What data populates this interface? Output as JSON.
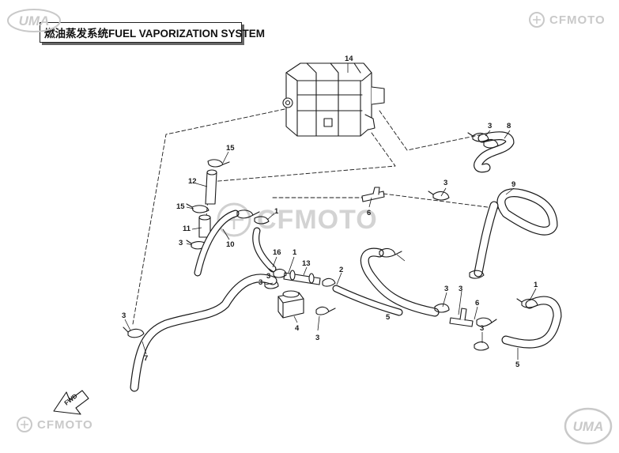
{
  "header": {
    "title": "燃油蒸发系统FUEL VAPORIZATION SYSTEM"
  },
  "watermarks": {
    "uma_top_left": "UMA",
    "uma_bottom_right": "UMA",
    "cfmoto_top_right": "CFMOTO",
    "cfmoto_center": "CFMOTO",
    "cfmoto_bottom_left": "CFMOTO"
  },
  "fwd_label": "FWD",
  "callouts": [
    {
      "id": "c14",
      "label": "14"
    },
    {
      "id": "c15a",
      "label": "15"
    },
    {
      "id": "c12",
      "label": "12"
    },
    {
      "id": "c15b",
      "label": "15"
    },
    {
      "id": "c11",
      "label": "11"
    },
    {
      "id": "c3a",
      "label": "3"
    },
    {
      "id": "c10",
      "label": "10"
    },
    {
      "id": "c1a",
      "label": "1"
    },
    {
      "id": "c6a",
      "label": "6"
    },
    {
      "id": "c3b",
      "label": "3"
    },
    {
      "id": "c3c",
      "label": "3"
    },
    {
      "id": "c8",
      "label": "8"
    },
    {
      "id": "c9",
      "label": "9"
    },
    {
      "id": "c16",
      "label": "16"
    },
    {
      "id": "c1b",
      "label": "1"
    },
    {
      "id": "c13",
      "label": "13"
    },
    {
      "id": "c2",
      "label": "2"
    },
    {
      "id": "c3d",
      "label": "3"
    },
    {
      "id": "c3e",
      "label": "3"
    },
    {
      "id": "c4",
      "label": "4"
    },
    {
      "id": "c3f",
      "label": "3"
    },
    {
      "id": "c5a",
      "label": "5"
    },
    {
      "id": "c3g",
      "label": "3"
    },
    {
      "id": "c6b",
      "label": "6"
    },
    {
      "id": "c3h",
      "label": "3"
    },
    {
      "id": "c1c",
      "label": "1"
    },
    {
      "id": "c5b",
      "label": "5"
    },
    {
      "id": "c3i",
      "label": "3"
    },
    {
      "id": "c7",
      "label": "7"
    },
    {
      "id": "c3j",
      "label": "3"
    }
  ],
  "colors": {
    "line": "#1a1a1a",
    "watermark": "#c9c9c9"
  }
}
